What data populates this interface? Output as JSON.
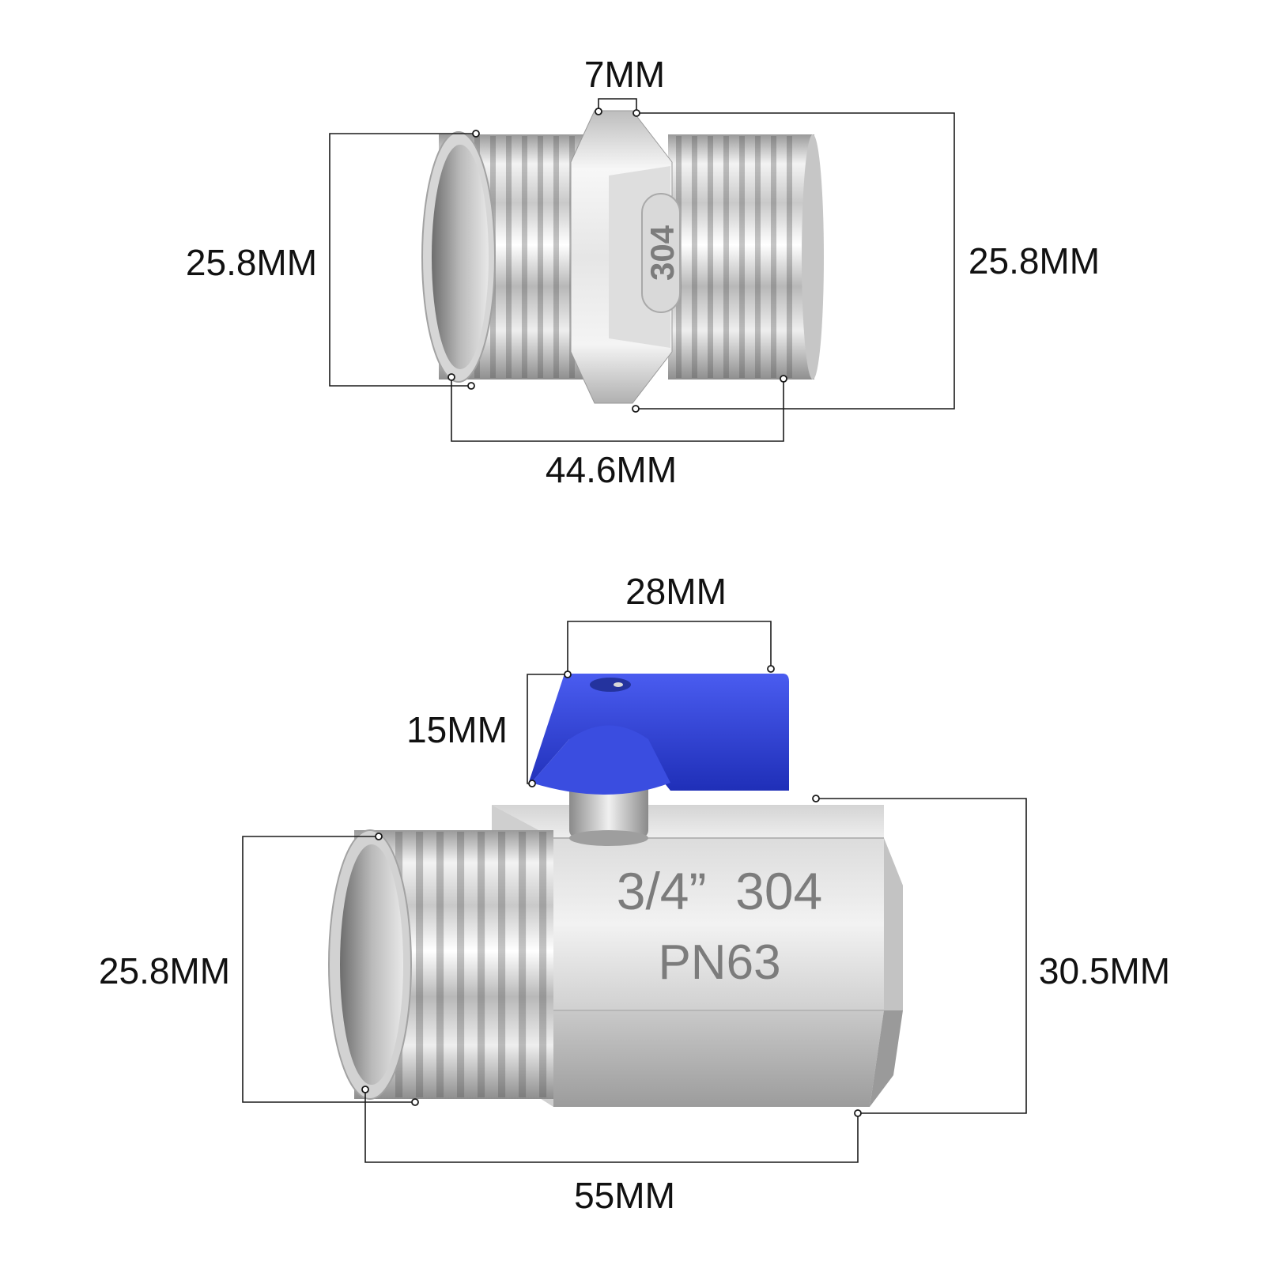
{
  "nipple": {
    "dim_hex_width": "7MM",
    "dim_left_diameter": "25.8MM",
    "dim_right_diameter": "25.8MM",
    "dim_length": "44.6MM",
    "hex_engraving": "304"
  },
  "valve": {
    "dim_handle_width": "28MM",
    "dim_handle_height": "15MM",
    "dim_thread_diameter": "25.8MM",
    "dim_body_height": "30.5MM",
    "dim_length": "55MM",
    "engraving_line1": "3/4”  304",
    "engraving_line2": "PN63",
    "handle_color": "#2f3fd6"
  }
}
